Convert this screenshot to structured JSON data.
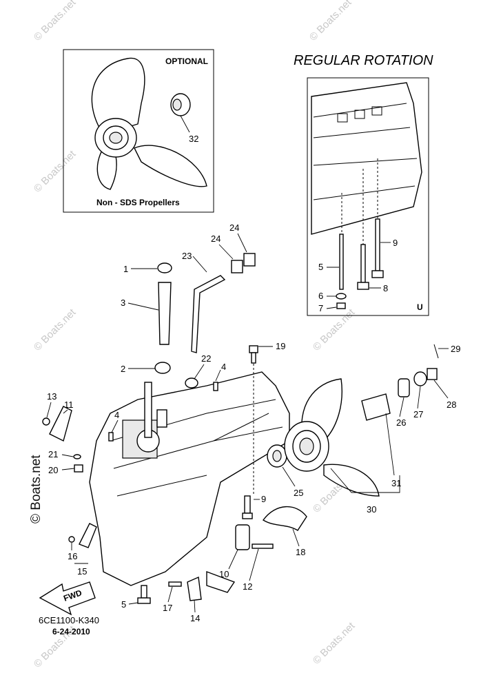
{
  "diagram": {
    "title": "REGULAR ROTATION",
    "optional_box": {
      "header": "OPTIONAL",
      "caption": "Non - SDS Propellers",
      "callouts": [
        "32"
      ]
    },
    "regular_box": {
      "corner_label": "U",
      "callouts": [
        "5",
        "6",
        "7",
        "8",
        "9"
      ]
    },
    "callouts": [
      "1",
      "2",
      "3",
      "4",
      "4",
      "5",
      "9",
      "10",
      "11",
      "12",
      "13",
      "14",
      "15",
      "16",
      "17",
      "18",
      "19",
      "20",
      "21",
      "22",
      "23",
      "24",
      "24",
      "25",
      "26",
      "27",
      "28",
      "29",
      "30",
      "31"
    ],
    "fwd_label": "FWD",
    "footer": {
      "code": "6CE1100-K340",
      "date": "6-24-2010"
    },
    "watermark": "© Boats.net"
  }
}
